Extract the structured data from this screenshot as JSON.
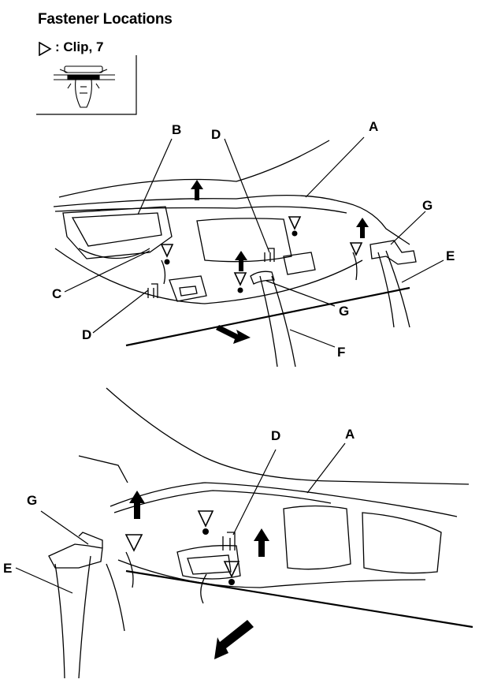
{
  "title": "Fastener Locations",
  "legend": {
    "symbol": "clip-triangle-icon",
    "text": ": Clip, 7"
  },
  "callouts": {
    "top": {
      "A": "A",
      "B": "B",
      "C": "C",
      "D_upper": "D",
      "D_lower": "D",
      "E": "E",
      "F": "F",
      "G_right": "G",
      "G_mid": "G"
    },
    "bottom": {
      "A": "A",
      "D": "D",
      "E": "E",
      "G": "G"
    }
  },
  "colors": {
    "line": "#000000",
    "background": "#ffffff"
  }
}
